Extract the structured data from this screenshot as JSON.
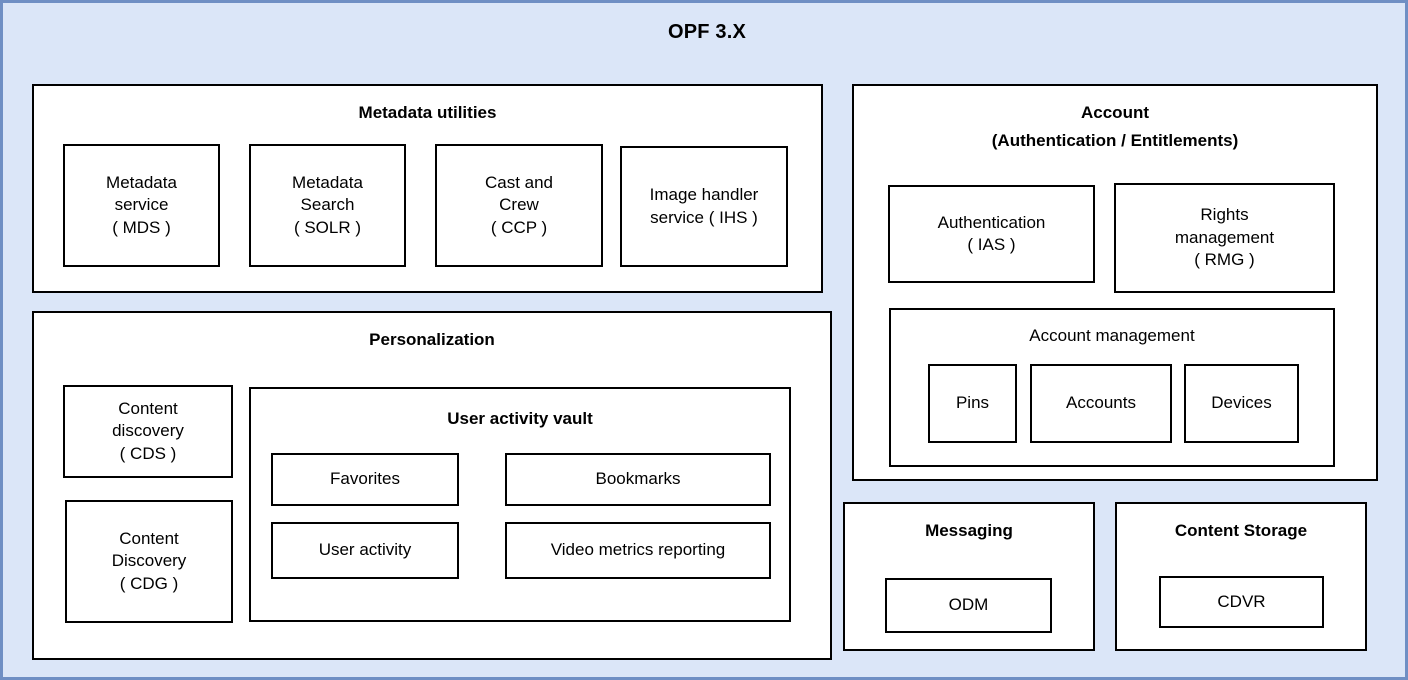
{
  "diagram": {
    "title": "OPF 3.X",
    "colors": {
      "background": "#dbe6f8",
      "outer_border": "#6f8fc4",
      "box_fill": "#ffffff",
      "box_border": "#000000",
      "text": "#000000"
    }
  },
  "metadata_utilities": {
    "title": "Metadata utilities",
    "items": [
      {
        "label": "Metadata\nservice\n( MDS )"
      },
      {
        "label": "Metadata\nSearch\n( SOLR )"
      },
      {
        "label": "Cast and\nCrew\n( CCP )"
      },
      {
        "label": "Image handler\nservice ( IHS )"
      }
    ]
  },
  "personalization": {
    "title": "Personalization",
    "side_items": [
      {
        "label": "Content\ndiscovery\n( CDS )"
      },
      {
        "label": "Content\nDiscovery\n( CDG )"
      }
    ],
    "user_activity_vault": {
      "title": "User activity vault",
      "items": [
        {
          "label": "Favorites"
        },
        {
          "label": "Bookmarks"
        },
        {
          "label": "User activity"
        },
        {
          "label": "Video metrics reporting"
        }
      ]
    }
  },
  "account": {
    "title_line1": "Account",
    "title_line2": "(Authentication / Entitlements)",
    "items": [
      {
        "label": "Authentication\n( IAS )"
      },
      {
        "label": "Rights\nmanagement\n( RMG )"
      }
    ],
    "account_management": {
      "title": "Account management",
      "items": [
        {
          "label": "Pins"
        },
        {
          "label": "Accounts"
        },
        {
          "label": "Devices"
        }
      ]
    }
  },
  "messaging": {
    "title": "Messaging",
    "items": [
      {
        "label": "ODM"
      }
    ]
  },
  "content_storage": {
    "title": "Content Storage",
    "items": [
      {
        "label": "CDVR"
      }
    ]
  }
}
